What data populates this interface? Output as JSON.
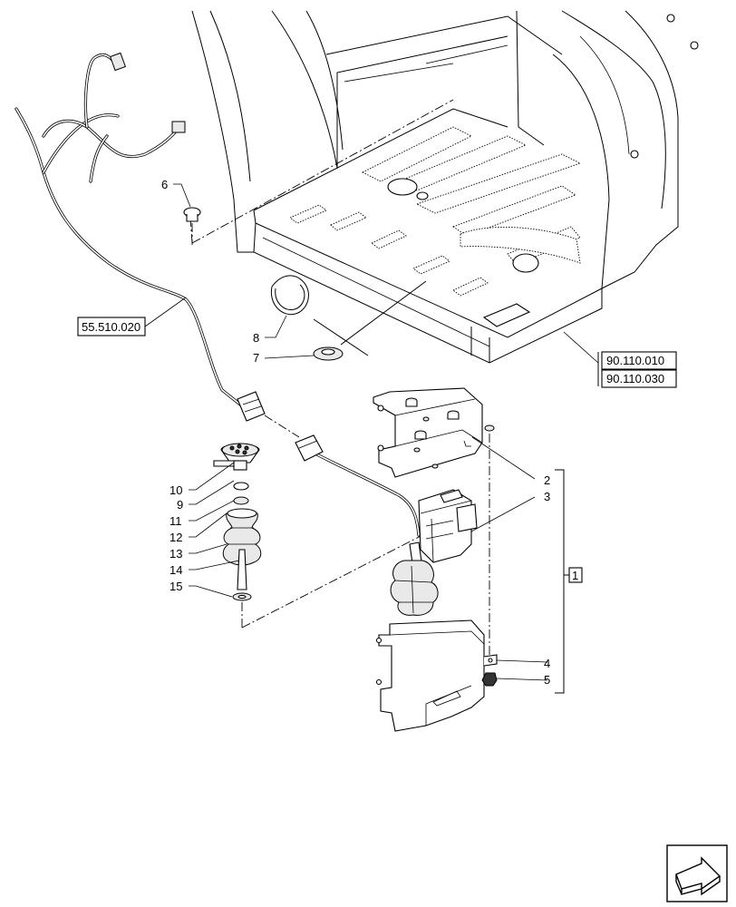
{
  "parts": {
    "p1": "1",
    "p2": "2",
    "p3": "3",
    "p4": "4",
    "p5": "5",
    "p6": "6",
    "p7": "7",
    "p8": "8",
    "p9": "9",
    "p10": "10",
    "p11": "11",
    "p12": "12",
    "p13": "13",
    "p14": "14",
    "p15": "15"
  },
  "references": {
    "r1": "55.510.020",
    "r2": "90.110.010",
    "r3": "90.110.030"
  },
  "nav_icon": "next-page-arrow-icon"
}
